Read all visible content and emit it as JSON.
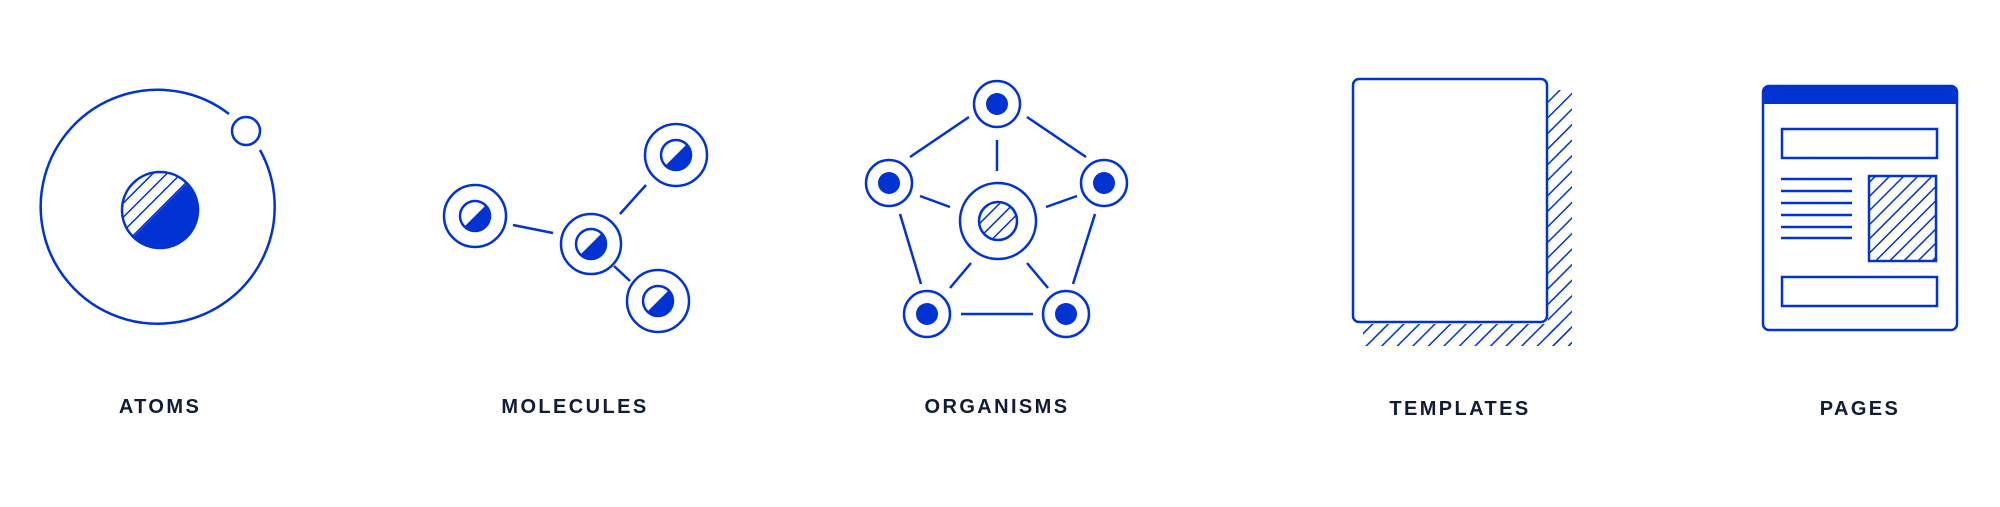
{
  "colors": {
    "accent": "#0033d1",
    "label": "#0f1c33",
    "background": "#ffffff"
  },
  "stages": [
    {
      "id": "atoms",
      "label": "ATOMS",
      "icon": "atom-icon"
    },
    {
      "id": "molecules",
      "label": "MOLECULES",
      "icon": "molecule-icon"
    },
    {
      "id": "organisms",
      "label": "ORGANISMS",
      "icon": "organism-icon"
    },
    {
      "id": "templates",
      "label": "TEMPLATES",
      "icon": "template-icon"
    },
    {
      "id": "pages",
      "label": "PAGES",
      "icon": "page-icon"
    }
  ]
}
